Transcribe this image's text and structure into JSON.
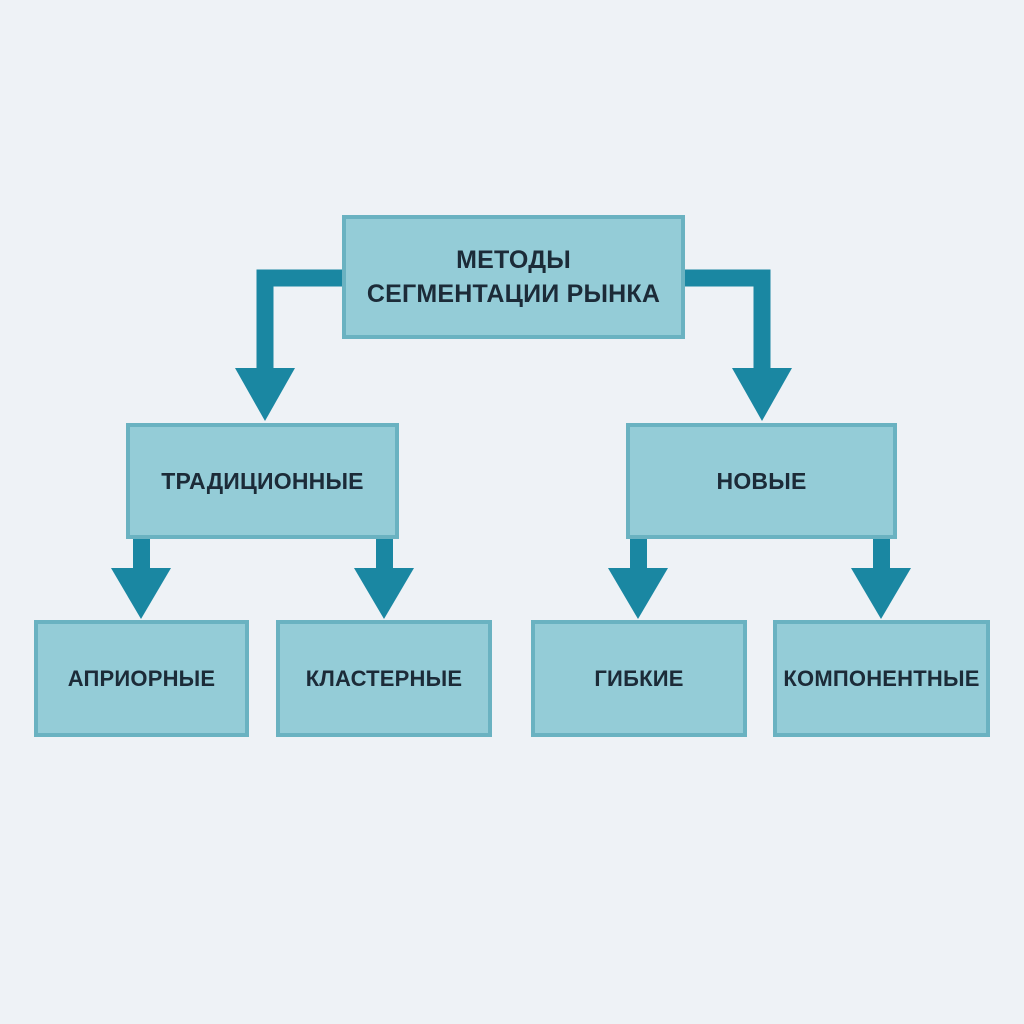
{
  "diagram": {
    "root": {
      "line1": "МЕТОДЫ",
      "line2": "СЕГМЕНТАЦИИ РЫНКА"
    },
    "branches": [
      {
        "label": "ТРАДИЦИОННЫЕ",
        "children": [
          "АПРИОРНЫЕ",
          "КЛАСТЕРНЫЕ"
        ]
      },
      {
        "label": "НОВЫЕ",
        "children": [
          "ГИБКИЕ",
          "КОМПОНЕНТНЫЕ"
        ]
      }
    ]
  },
  "colors": {
    "background": "#eef2f6",
    "box_fill": "#94ccd7",
    "box_border": "#6ab2c1",
    "arrow": "#1a87a2",
    "text": "#1c2b38"
  }
}
